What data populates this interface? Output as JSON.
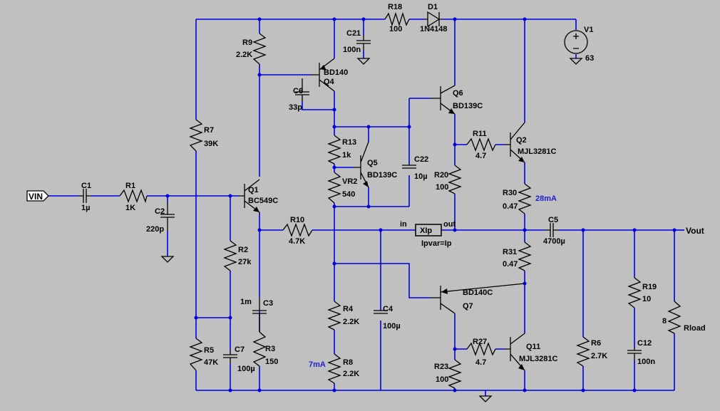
{
  "components": {
    "C1": {
      "name": "C1",
      "value": "1µ"
    },
    "R1": {
      "name": "R1",
      "value": "1K"
    },
    "C2": {
      "name": "C2",
      "value": "220p"
    },
    "R7": {
      "name": "R7",
      "value": "39K"
    },
    "R5": {
      "name": "R5",
      "value": "47K"
    },
    "R2": {
      "name": "R2",
      "value": "27k"
    },
    "C7": {
      "name": "C7",
      "value": "100µ"
    },
    "Q1": {
      "name": "Q1",
      "value": "BC549C"
    },
    "R9": {
      "name": "R9",
      "value": "2.2K"
    },
    "C3": {
      "name": "C3",
      "value": "1m"
    },
    "R3": {
      "name": "R3",
      "value": "150"
    },
    "R10": {
      "name": "R10",
      "value": "4.7K"
    },
    "Q4": {
      "name": "Q4",
      "value": "BD140"
    },
    "C6": {
      "name": "C6",
      "value": "33p"
    },
    "C21": {
      "name": "C21",
      "value": "100n"
    },
    "R18": {
      "name": "R18",
      "value": "100"
    },
    "D1": {
      "name": "D1",
      "value": "1N4148"
    },
    "R13": {
      "name": "R13",
      "value": "1k"
    },
    "VR2": {
      "name": "VR2",
      "value": "540"
    },
    "Q5": {
      "name": "Q5",
      "value": "BD139C"
    },
    "C22": {
      "name": "C22",
      "value": "10µ"
    },
    "R4": {
      "name": "R4",
      "value": "2.2K"
    },
    "R8": {
      "name": "R8",
      "value": "2.2K"
    },
    "C4": {
      "name": "C4",
      "value": "100µ"
    },
    "Q6": {
      "name": "Q6",
      "value": "BD139C"
    },
    "R11": {
      "name": "R11",
      "value": "4.7"
    },
    "R20": {
      "name": "R20",
      "value": "100"
    },
    "Q2": {
      "name": "Q2",
      "value": "MJL3281C"
    },
    "R30": {
      "name": "R30",
      "value": "0.47"
    },
    "R31": {
      "name": "R31",
      "value": "0.47"
    },
    "Q7": {
      "name": "Q7",
      "value": "BD140C"
    },
    "R27": {
      "name": "R27",
      "value": "4.7"
    },
    "R23": {
      "name": "R23",
      "value": "100"
    },
    "Q11": {
      "name": "Q11",
      "value": "MJL3281C"
    },
    "C5": {
      "name": "C5",
      "value": "4700µ"
    },
    "R6": {
      "name": "R6",
      "value": "2.7K"
    },
    "R19": {
      "name": "R19",
      "value": "10"
    },
    "C12": {
      "name": "C12",
      "value": "100n"
    },
    "Rload": {
      "name": "Rload",
      "value": "8"
    },
    "V1": {
      "name": "V1",
      "value": "63"
    },
    "XIp": {
      "name": "XIp",
      "param": "Ipvar=Ip",
      "pin_in": "in",
      "pin_out": "out"
    }
  },
  "ports": {
    "vin": "VIN",
    "vout": "Vout"
  },
  "annotations": {
    "bias_current": "28mA",
    "vas_current": "7mA"
  },
  "colors": {
    "background": "#c0c0c0",
    "wire": "#0000e0",
    "component": "#000000",
    "annotation": "#2020d0"
  }
}
